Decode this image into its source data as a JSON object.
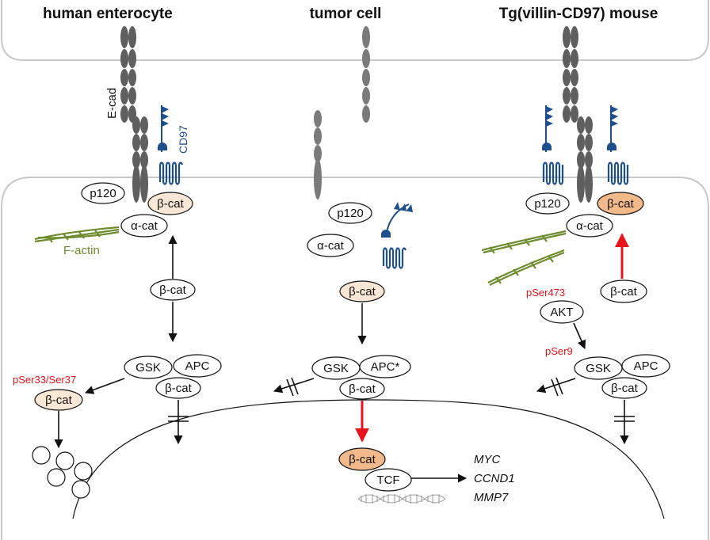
{
  "headers": {
    "left": "human enterocyte",
    "middle": "tumor cell",
    "right": "Tg(villin-CD97) mouse"
  },
  "labels": {
    "ecad": "E-cad",
    "cd97": "CD97",
    "p120": "p120",
    "bcat": "β-cat",
    "acat": "α-cat",
    "factin": "F-actin",
    "gsk": "GSK",
    "apc": "APC",
    "apc_mut": "APC*",
    "akt": "AKT",
    "tcf": "TCF",
    "pser3337": "pSer33/Ser37",
    "pser473": "pSer473",
    "pser9": "pSer9"
  },
  "targets": [
    "MYC",
    "CCND1",
    "MMP7"
  ],
  "colors": {
    "protein_gray": "#5f5f5f",
    "cd97_blue": "#1f4e8c",
    "actin_green": "#6d8c2e",
    "bcat_light": "#fbe7d6",
    "bcat_dark": "#f2b98b",
    "red": "#e8141b",
    "membrane": "#c8c8c8"
  }
}
